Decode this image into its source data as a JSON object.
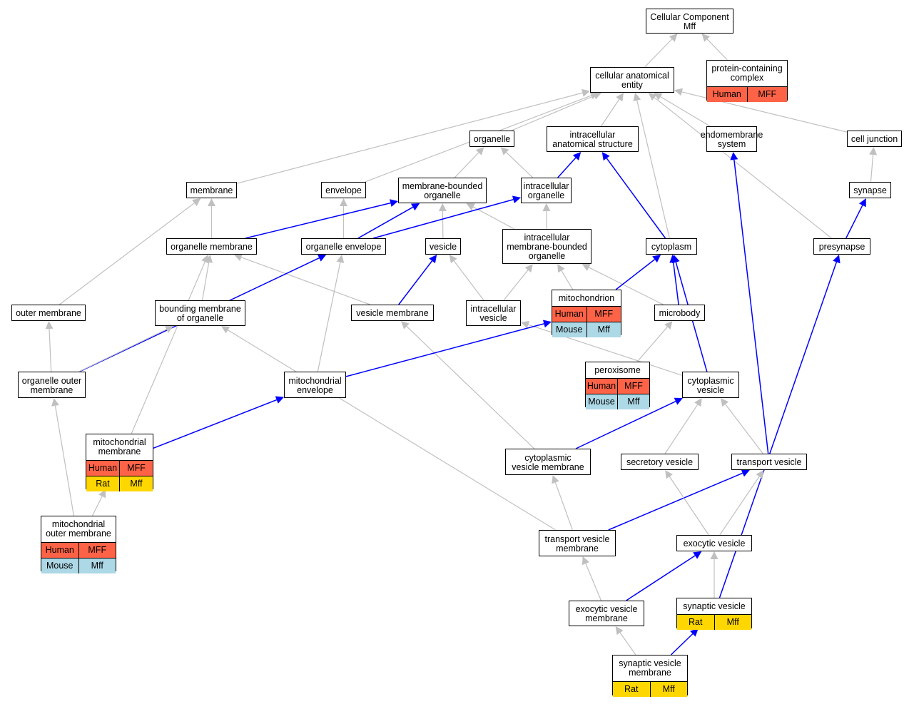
{
  "colors": {
    "gray_edge": "#c0c0c0",
    "blue_edge": "#0000ff",
    "Human": "#ff6347",
    "Mouse": "#add8e6",
    "Rat": "#ffd700"
  },
  "nodes": [
    {
      "id": "cc",
      "label": "Cellular Component\nMff"
    },
    {
      "id": "pcc",
      "label": "protein-containing\ncomplex",
      "rows": [
        [
          "Human",
          "MFF"
        ]
      ]
    },
    {
      "id": "cae",
      "label": "cellular anatomical\nentity"
    },
    {
      "id": "organelle",
      "label": "organelle"
    },
    {
      "id": "ias",
      "label": "intracellular\nanatomical structure"
    },
    {
      "id": "endo",
      "label": "endomembrane\nsystem"
    },
    {
      "id": "cj",
      "label": "cell junction"
    },
    {
      "id": "membrane",
      "label": "membrane"
    },
    {
      "id": "envelope",
      "label": "envelope"
    },
    {
      "id": "mbo",
      "label": "membrane-bounded\norganelle"
    },
    {
      "id": "io",
      "label": "intracellular\norganelle"
    },
    {
      "id": "synapse",
      "label": "synapse"
    },
    {
      "id": "om",
      "label": "organelle membrane"
    },
    {
      "id": "oe",
      "label": "organelle envelope"
    },
    {
      "id": "vesicle",
      "label": "vesicle"
    },
    {
      "id": "imbo",
      "label": "intracellular\nmembrane-bounded\norganelle"
    },
    {
      "id": "cytoplasm",
      "label": "cytoplasm"
    },
    {
      "id": "presynapse",
      "label": "presynapse"
    },
    {
      "id": "outerm",
      "label": "outer membrane"
    },
    {
      "id": "bmo",
      "label": "bounding membrane\nof organelle"
    },
    {
      "id": "vm",
      "label": "vesicle membrane"
    },
    {
      "id": "iv",
      "label": "intracellular\nvesicle"
    },
    {
      "id": "mito",
      "label": "mitochondrion",
      "rows": [
        [
          "Human",
          "MFF"
        ],
        [
          "Mouse",
          "Mff"
        ]
      ]
    },
    {
      "id": "microbody",
      "label": "microbody"
    },
    {
      "id": "perox",
      "label": "peroxisome",
      "rows": [
        [
          "Human",
          "MFF"
        ],
        [
          "Mouse",
          "Mff"
        ]
      ]
    },
    {
      "id": "oom",
      "label": "organelle outer\nmembrane"
    },
    {
      "id": "me",
      "label": "mitochondrial\nenvelope"
    },
    {
      "id": "cv",
      "label": "cytoplasmic\nvesicle"
    },
    {
      "id": "mm",
      "label": "mitochondrial\nmembrane",
      "rows": [
        [
          "Human",
          "MFF"
        ],
        [
          "Rat",
          "Mff"
        ]
      ]
    },
    {
      "id": "cvm",
      "label": "cytoplasmic\nvesicle membrane"
    },
    {
      "id": "sv",
      "label": "secretory vesicle"
    },
    {
      "id": "tv",
      "label": "transport vesicle"
    },
    {
      "id": "mom",
      "label": "mitochondrial\nouter membrane",
      "rows": [
        [
          "Human",
          "MFF"
        ],
        [
          "Mouse",
          "Mff"
        ]
      ]
    },
    {
      "id": "tvm",
      "label": "transport vesicle\nmembrane"
    },
    {
      "id": "ev",
      "label": "exocytic vesicle"
    },
    {
      "id": "evm",
      "label": "exocytic vesicle\nmembrane"
    },
    {
      "id": "synv",
      "label": "synaptic vesicle",
      "rows": [
        [
          "Rat",
          "Mff"
        ]
      ]
    },
    {
      "id": "svm",
      "label": "synaptic vesicle\nmembrane",
      "rows": [
        [
          "Rat",
          "Mff"
        ]
      ]
    }
  ],
  "edges": [
    {
      "from": "pcc",
      "to": "cc",
      "color": "gray"
    },
    {
      "from": "cae",
      "to": "cc",
      "color": "gray"
    },
    {
      "from": "organelle",
      "to": "cae",
      "color": "gray"
    },
    {
      "from": "ias",
      "to": "cae",
      "color": "gray"
    },
    {
      "from": "endo",
      "to": "cae",
      "color": "gray"
    },
    {
      "from": "cj",
      "to": "cae",
      "color": "gray"
    },
    {
      "from": "membrane",
      "to": "cae",
      "color": "gray"
    },
    {
      "from": "envelope",
      "to": "cae",
      "color": "gray"
    },
    {
      "from": "cytoplasm",
      "to": "cae",
      "color": "gray"
    },
    {
      "from": "presynapse",
      "to": "cae",
      "color": "gray"
    },
    {
      "from": "mbo",
      "to": "organelle",
      "color": "gray"
    },
    {
      "from": "io",
      "to": "organelle",
      "color": "gray"
    },
    {
      "from": "io",
      "to": "ias",
      "color": "blue"
    },
    {
      "from": "cytoplasm",
      "to": "ias",
      "color": "blue"
    },
    {
      "from": "tv",
      "to": "endo",
      "color": "blue"
    },
    {
      "from": "synapse",
      "to": "cj",
      "color": "gray"
    },
    {
      "from": "presynapse",
      "to": "synapse",
      "color": "blue"
    },
    {
      "from": "om",
      "to": "membrane",
      "color": "gray"
    },
    {
      "from": "outerm",
      "to": "membrane",
      "color": "gray"
    },
    {
      "from": "oe",
      "to": "envelope",
      "color": "gray"
    },
    {
      "from": "om",
      "to": "mbo",
      "color": "blue"
    },
    {
      "from": "oe",
      "to": "mbo",
      "color": "blue"
    },
    {
      "from": "vesicle",
      "to": "mbo",
      "color": "gray"
    },
    {
      "from": "imbo",
      "to": "mbo",
      "color": "gray"
    },
    {
      "from": "oe",
      "to": "io",
      "color": "blue"
    },
    {
      "from": "imbo",
      "to": "io",
      "color": "gray"
    },
    {
      "from": "bmo",
      "to": "om",
      "color": "gray"
    },
    {
      "from": "vm",
      "to": "om",
      "color": "gray"
    },
    {
      "from": "mm",
      "to": "om",
      "color": "gray"
    },
    {
      "from": "oom",
      "to": "oe",
      "color": "blue"
    },
    {
      "from": "me",
      "to": "oe",
      "color": "gray"
    },
    {
      "from": "vm",
      "to": "vesicle",
      "color": "blue"
    },
    {
      "from": "iv",
      "to": "vesicle",
      "color": "gray"
    },
    {
      "from": "iv",
      "to": "imbo",
      "color": "gray"
    },
    {
      "from": "mito",
      "to": "imbo",
      "color": "gray"
    },
    {
      "from": "microbody",
      "to": "imbo",
      "color": "gray"
    },
    {
      "from": "mito",
      "to": "cytoplasm",
      "color": "blue"
    },
    {
      "from": "microbody",
      "to": "cytoplasm",
      "color": "blue"
    },
    {
      "from": "cv",
      "to": "cytoplasm",
      "color": "blue"
    },
    {
      "from": "synv",
      "to": "presynapse",
      "color": "blue"
    },
    {
      "from": "oom",
      "to": "outerm",
      "color": "gray"
    },
    {
      "from": "oom",
      "to": "bmo",
      "color": "gray"
    },
    {
      "from": "tvm",
      "to": "bmo",
      "color": "gray"
    },
    {
      "from": "cvm",
      "to": "vm",
      "color": "gray"
    },
    {
      "from": "cv",
      "to": "iv",
      "color": "gray"
    },
    {
      "from": "me",
      "to": "mito",
      "color": "blue"
    },
    {
      "from": "perox",
      "to": "microbody",
      "color": "gray"
    },
    {
      "from": "mom",
      "to": "oom",
      "color": "gray"
    },
    {
      "from": "mm",
      "to": "me",
      "color": "blue"
    },
    {
      "from": "cvm",
      "to": "cv",
      "color": "blue"
    },
    {
      "from": "sv",
      "to": "cv",
      "color": "gray"
    },
    {
      "from": "tv",
      "to": "cv",
      "color": "gray"
    },
    {
      "from": "mom",
      "to": "mm",
      "color": "gray"
    },
    {
      "from": "tvm",
      "to": "cvm",
      "color": "gray"
    },
    {
      "from": "tvm",
      "to": "tv",
      "color": "blue"
    },
    {
      "from": "ev",
      "to": "sv",
      "color": "gray"
    },
    {
      "from": "ev",
      "to": "tv",
      "color": "gray"
    },
    {
      "from": "evm",
      "to": "tvm",
      "color": "gray"
    },
    {
      "from": "evm",
      "to": "ev",
      "color": "blue"
    },
    {
      "from": "synv",
      "to": "ev",
      "color": "gray"
    },
    {
      "from": "svm",
      "to": "evm",
      "color": "gray"
    },
    {
      "from": "svm",
      "to": "synv",
      "color": "blue"
    }
  ]
}
